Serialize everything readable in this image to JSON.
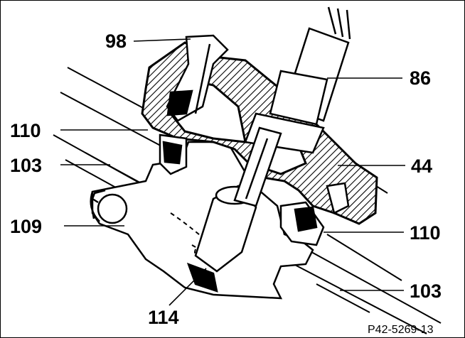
{
  "callouts": {
    "c98": "98",
    "c86": "86",
    "c110_left": "110",
    "c103_left": "103",
    "c44": "44",
    "c109": "109",
    "c110_right": "110",
    "c103_right": "103",
    "c114": "114"
  },
  "figure_ref": "P42-5269-13",
  "colors": {
    "ink": "#000000",
    "paper": "#ffffff"
  }
}
